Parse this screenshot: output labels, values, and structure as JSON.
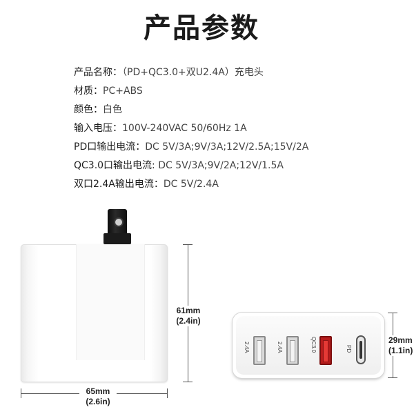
{
  "title": "产品参数",
  "specs": [
    {
      "label": "产品名称：",
      "value": "（PD+QC3.0+双U2.4A）充电头"
    },
    {
      "label": "材质：",
      "value": "PC+ABS"
    },
    {
      "label": "颜色：",
      "value": "白色"
    },
    {
      "label": "输入电压：",
      "value": "100V-240VAC 50/60Hz 1A"
    },
    {
      "label": "PD口输出电流：",
      "value": "DC 5V/3A;9V/3A;12V/2.5A;15V/2A"
    },
    {
      "label": "QC3.0口输出电流:",
      "value": " DC 5V/3A;9V/2A;12V/1.5A"
    },
    {
      "label": "双口2.4A输出电流：",
      "value": "DC 5V/2.4A"
    }
  ],
  "dimensions": {
    "height": {
      "mm": "61mm",
      "in": "(2.4in)"
    },
    "width": {
      "mm": "65mm",
      "in": "(2.6in)"
    },
    "thickness": {
      "mm": "29mm",
      "in": "(1.1in)"
    }
  },
  "ports": [
    {
      "label": "2.4A",
      "type": "usb-a"
    },
    {
      "label": "2.4A",
      "type": "usb-a"
    },
    {
      "label": "QC3.0",
      "type": "usb-a-qc"
    },
    {
      "label": "PD",
      "type": "usb-c"
    }
  ],
  "colors": {
    "qc_port": "#b71c1c",
    "text": "#333333"
  }
}
